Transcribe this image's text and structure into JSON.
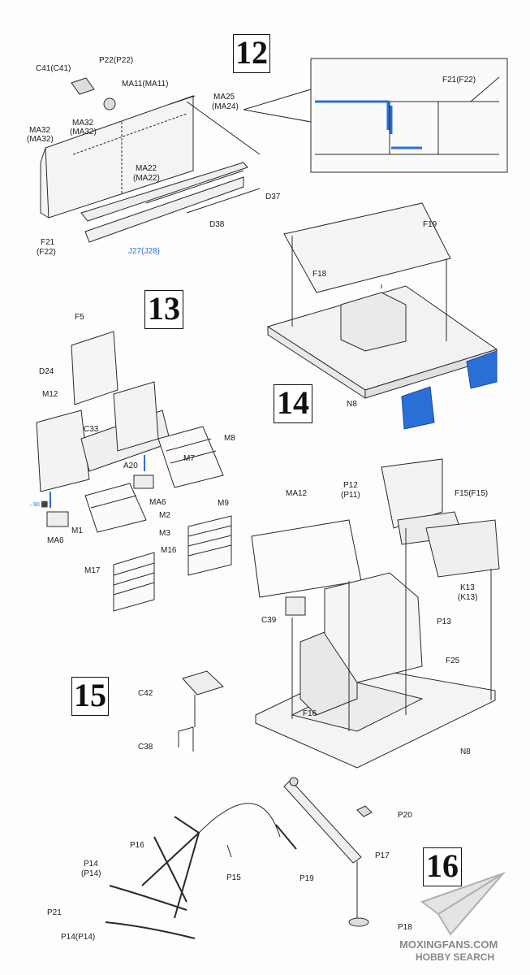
{
  "steps": [
    "12",
    "13",
    "14",
    "15",
    "16"
  ],
  "step12_labels": {
    "c41": "C41(C41)",
    "p22": "P22(P22)",
    "ma11": "MA11(MA11)",
    "ma25a": "MA25",
    "ma25b": "(MA24)",
    "ma32a": "MA32",
    "ma32b": "(MA32)",
    "ma32c": "MA32",
    "ma32d": "(MA32)",
    "ma22a": "MA22",
    "ma22b": "(MA22)",
    "f21a": "F21",
    "f21b": "(F22)",
    "d37": "D37",
    "d38": "D38",
    "j27": "J27(J28)",
    "inset_f21": "F21(F22)"
  },
  "step13_labels": {
    "f5": "F5",
    "d24": "D24",
    "m12": "M12",
    "c33": "C33",
    "a20": "A20",
    "m8": "M8",
    "m7": "M7",
    "ma6a": "MA6",
    "ma6b": "MA6",
    "m9": "M9",
    "m1": "M1",
    "m2": "M2",
    "m3": "M3",
    "m16": "M16",
    "m17": "M17",
    "ref": "→90 ⬛7"
  },
  "step14_labels": {
    "f19": "F19",
    "f18": "F18",
    "n8": "N8"
  },
  "step15_labels": {
    "p12a": "P12",
    "p12b": "(P11)",
    "ma12": "MA12",
    "f15": "F15(F15)",
    "k13a": "K13",
    "k13b": "(K13)",
    "c39": "C39",
    "p13": "P13",
    "f25": "F25",
    "c42": "C42",
    "f16": "F16",
    "c38": "C38",
    "n8": "N8"
  },
  "step16_labels": {
    "p20": "P20",
    "p16": "P16",
    "p17": "P17",
    "p14a": "P14",
    "p14b": "(P14)",
    "p15": "P15",
    "p19": "P19",
    "p21": "P21",
    "p18": "P18",
    "p14c": "P14(P14)"
  },
  "watermark": {
    "line1": "MOXINGFANS.COM",
    "line2": "HOBBY SEARCH"
  },
  "colors": {
    "accent_blue": "#2a6fd6",
    "line": "#222222"
  }
}
